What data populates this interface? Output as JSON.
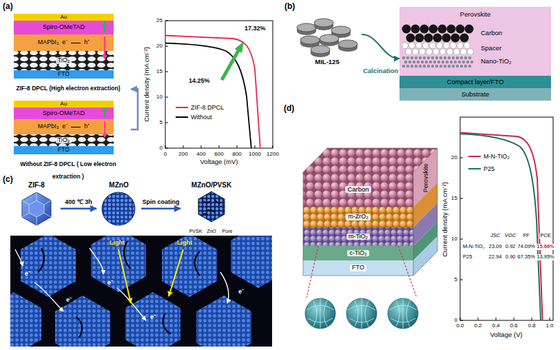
{
  "diagram": {
    "nodes": [
      {
        "text": [
          "ZIF-8 DPCL (High electron extraction)"
        ]
      },
      {
        "text": [
          "Au"
        ],
        "in": 0
      },
      {
        "text": [
          "Spiro-OMeTAD"
        ],
        "in": 0
      },
      {
        "text": [
          "MAPbI₃",
          "e⁻",
          "h⁺"
        ],
        "in": 0
      },
      {
        "text": [
          "TiO₂"
        ],
        "in": 0
      },
      {
        "text": [
          "FTO"
        ],
        "in": 0
      },
      {
        "text": [
          "Without ZIF-8 DPCL ( Low electron extraction )"
        ]
      },
      {
        "text": [
          "Au"
        ],
        "in": 6
      },
      {
        "text": [
          "Spiro-OMeTAD"
        ],
        "in": 6
      },
      {
        "text": [
          "MAPbI₃",
          "e⁻",
          "h⁺"
        ],
        "in": 6
      },
      {
        "text": [
          "TiO₂"
        ],
        "in": 6
      },
      {
        "text": [
          "FTO"
        ],
        "in": 6
      },
      {
        "text": [
          "MIL-125"
        ]
      },
      {
        "text": [
          "Perovskite"
        ]
      },
      {
        "text": [
          "Carbon"
        ],
        "in": 13
      },
      {
        "text": [
          "Spacer"
        ],
        "in": 13
      },
      {
        "text": [
          "Nano-TiO₂"
        ],
        "in": 13
      },
      {
        "text": [
          "Compact layer/FTO"
        ]
      },
      {
        "text": [
          "Substrate"
        ]
      },
      {
        "text": [
          "ZIF-8"
        ]
      },
      {
        "text": [
          "MZnO"
        ]
      },
      {
        "text": [
          "MZnO/PVSK"
        ]
      },
      {
        "text": [
          "Carbon"
        ]
      },
      {
        "text": [
          "m-ZrO₂"
        ]
      },
      {
        "text": [
          "m-TiO₂"
        ]
      },
      {
        "text": [
          "c-TiO₂"
        ]
      },
      {
        "text": [
          "FTO"
        ]
      }
    ],
    "edges": [
      {
        "from": 6,
        "to": 0,
        "arrow": "to"
      },
      {
        "from": 12,
        "to": 13,
        "label": "Calcination",
        "arrow": "to"
      },
      {
        "from": 19,
        "to": 20,
        "label": "400 ℃ 3h",
        "arrow": "to"
      },
      {
        "from": 20,
        "to": 21,
        "label": "Spin coating",
        "arrow": "to"
      }
    ],
    "labels": [
      "(a)",
      "(b)",
      "(c)",
      "(d)",
      "Current density (mA cm⁻²)",
      "Voltage (mV)",
      "0",
      "200",
      "400",
      "600",
      "800",
      "1000",
      "1200",
      "0",
      "5",
      "10",
      "15",
      "20",
      "25",
      "17.32%",
      "14.25%",
      "PVSK",
      "ZnO",
      "Pore",
      "Light",
      "Light",
      "e⁻",
      "e⁻",
      "e⁻",
      "e⁻",
      "e⁻",
      "Perovskite",
      "Current density (mA cm⁻²)",
      "Voltage (V)",
      "0.0",
      "0.2",
      "0.4",
      "0.6",
      "0.8",
      "1.0",
      "0",
      "5",
      "10",
      "15",
      "20",
      "JSC",
      "VOC",
      "FF",
      "PCE",
      "M-N-TiO₂",
      "23.09",
      "0.92",
      "74.09%",
      "15.66%",
      "P25",
      "22.94",
      "0.90",
      "67.35%",
      "13.95%"
    ],
    "legend": [
      {
        "text": "ZIF-8 DPCL"
      },
      {
        "text": "Without"
      },
      {
        "text": "M-N-TiO₂"
      },
      {
        "text": "P25"
      }
    ]
  }
}
